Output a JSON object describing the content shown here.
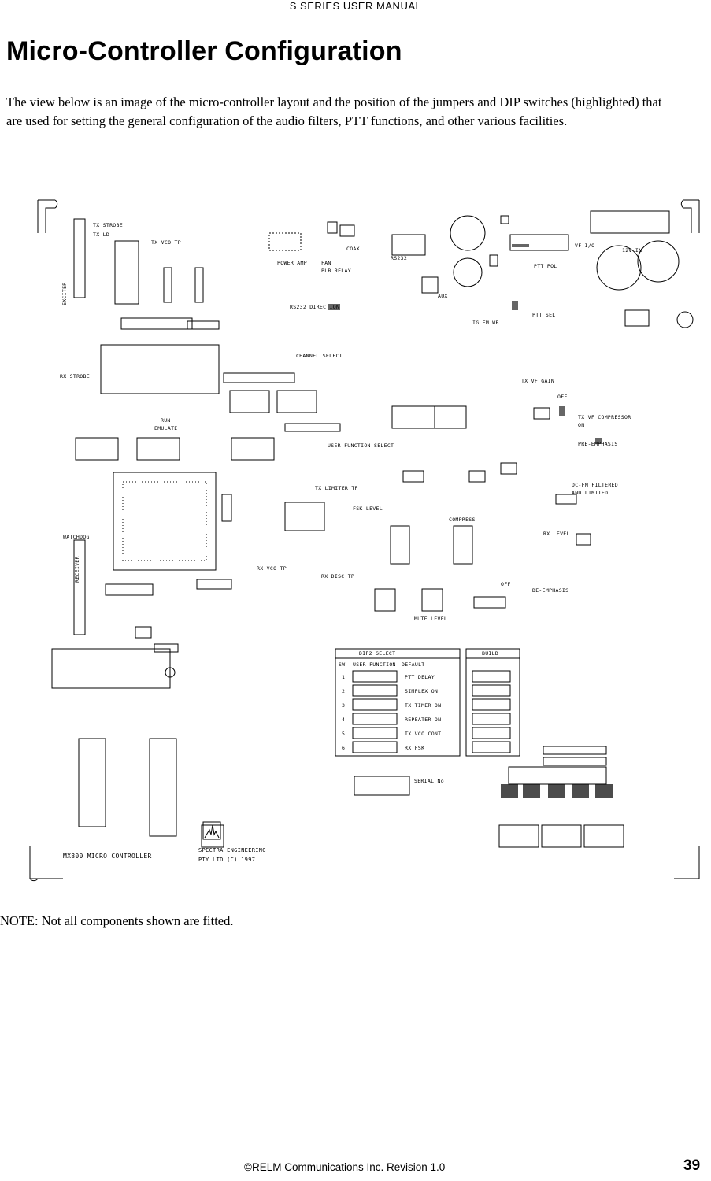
{
  "header": {
    "running_title": "S SERIES USER MANUAL"
  },
  "page": {
    "title": "Micro-Controller Configuration",
    "intro_paragraph": "The view below is an image of the micro-controller layout and the position of the jumpers and DIP switches (highlighted) that are used for setting the general configuration of the audio filters, PTT functions, and other various facilities.",
    "note": "NOTE:  Not all components shown are fitted."
  },
  "board": {
    "legend": "MX800 MICRO CONTROLLER",
    "maker_line1": "SPECTRA ENGINEERING",
    "maker_line2": "PTY LTD  (C) 1997",
    "silkscreen": {
      "tx_strobe": "TX STROBE",
      "tx_ld": "TX LD",
      "tx_vco_tp": "TX VCO TP",
      "exciter": "EXCITER",
      "power_amp": "POWER AMP",
      "fan": "FAN",
      "coax": "COAX",
      "plb_relay": "PLB RELAY",
      "rs232": "RS232",
      "rs232_direction": "RS232 DIRECTION",
      "aux": "AUX",
      "vf_io": "VF I/O",
      "v12_in": "12V IN",
      "ptt_pol": "PTT POL",
      "ptt_sel": "PTT SEL",
      "ig_fm_wb": "IG FM WB",
      "channel_select": "CHANNEL SELECT",
      "rx_strobe": "RX STROBE",
      "tx_vf_gain": "TX VF GAIN",
      "off": "OFF",
      "on": "ON",
      "tx_vf_compressor": "TX VF COMPRESSOR",
      "run": "RUN",
      "emulate": "EMULATE",
      "pre_emphasis": "PRE-EMPHASIS",
      "user_function_select": "USER FUNCTION SELECT",
      "dc_fm_filtered": "DC-FM FILTERED",
      "and_limited": "AND LIMITED",
      "tx_limiter_tp": "TX LIMITER TP",
      "fsk_level": "FSK LEVEL",
      "compress": "COMPRESS",
      "rx_level": "RX LEVEL",
      "watchdog": "WATCHDOG",
      "receiver": "RECEIVER",
      "rx_vco_tp": "RX VCO TP",
      "rx_disc_tp": "RX DISC TP",
      "de_emphasis": "DE-EMPHASIS",
      "mute_level": "MUTE LEVEL",
      "serial_no": "SERIAL No",
      "build": "BUILD"
    },
    "dip_table": {
      "title": "DIP2 SELECT",
      "headers": [
        "SW",
        "USER FUNCTION",
        "DEFAULT"
      ],
      "rows": [
        {
          "sw": "1",
          "function": "PTT DELAY"
        },
        {
          "sw": "2",
          "function": "SIMPLEX ON"
        },
        {
          "sw": "3",
          "function": "TX TIMER ON"
        },
        {
          "sw": "4",
          "function": "REPEATER ON"
        },
        {
          "sw": "5",
          "function": "TX VCO CONT"
        },
        {
          "sw": "6",
          "function": "RX FSK"
        }
      ]
    }
  },
  "footer": {
    "copyright": "©RELM Communications Inc.  Revision 1.0",
    "page_number": "39"
  }
}
